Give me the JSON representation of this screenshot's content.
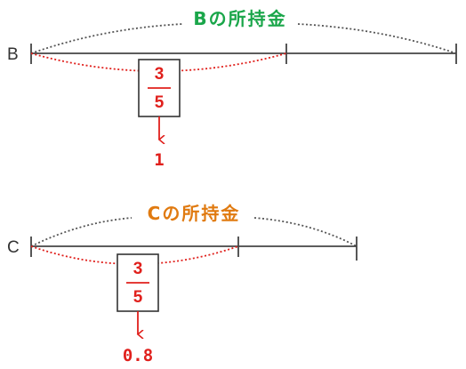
{
  "colors": {
    "line": "#444444",
    "dotted": "#555555",
    "red": "#e0201c",
    "green": "#1aa64a",
    "orange": "#e07a10",
    "box": "#333333"
  },
  "b_row": {
    "label": "B",
    "title": "Bの所持金",
    "fraction": {
      "numerator": "3",
      "denominator": "5"
    },
    "result": "1"
  },
  "c_row": {
    "label": "C",
    "title": "Cの所持金",
    "fraction": {
      "numerator": "3",
      "denominator": "5"
    },
    "result": "0.8"
  }
}
